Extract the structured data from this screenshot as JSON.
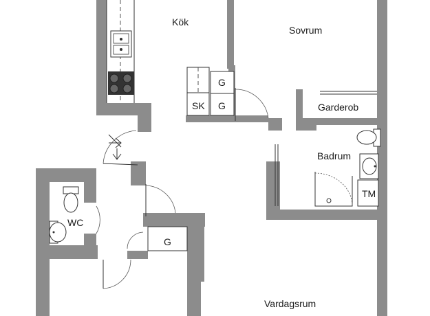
{
  "rooms": {
    "kok": "Kök",
    "sovrum": "Sovrum",
    "garderob": "Garderob",
    "badrum": "Badrum",
    "wc": "WC",
    "vardagsrum": "Vardagsrum"
  },
  "fixtures": {
    "g_kitchen_top": "G",
    "g_kitchen_bottom": "G",
    "sk": "SK",
    "g_hall": "G",
    "tm": "TM"
  },
  "icons": [
    "sink-icon",
    "stove-icon",
    "toilet-icon",
    "washbasin-icon",
    "shower-icon",
    "entrance-arrow-icon",
    "door-swing-icon"
  ]
}
